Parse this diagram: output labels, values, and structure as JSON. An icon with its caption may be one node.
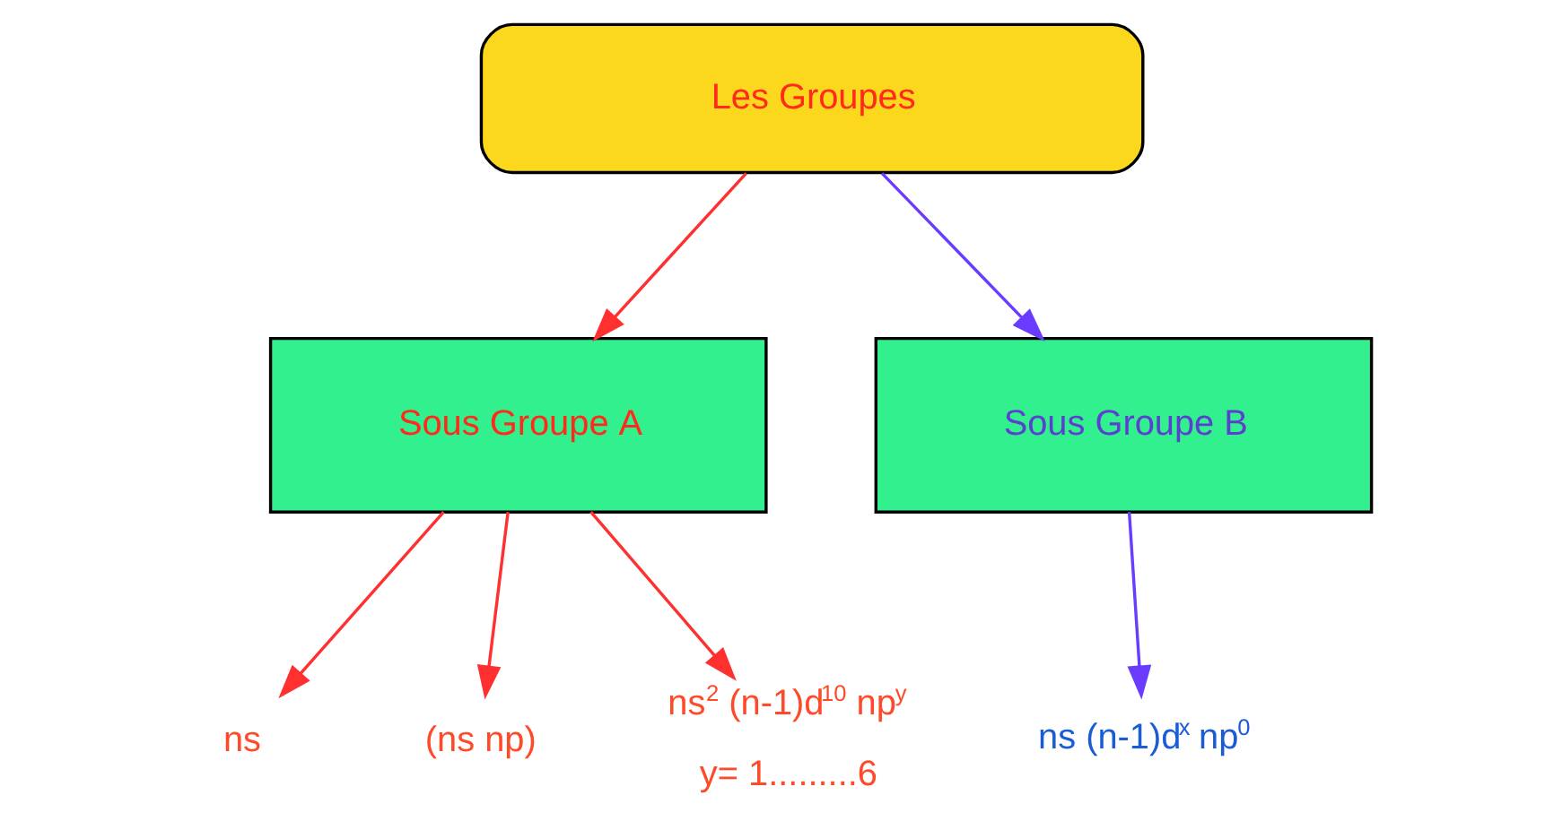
{
  "diagram": {
    "nodes": [
      {
        "text": [
          "Les Groupes"
        ]
      },
      {
        "text": [
          "Sous Groupe A"
        ]
      },
      {
        "text": [
          "Sous Groupe B"
        ]
      },
      {
        "text": [
          "ns"
        ]
      },
      {
        "text": [
          "(ns np)"
        ]
      },
      {
        "text": [
          "ns$^{2}$ (n-1)d$^{10}$ np$^{y}$"
        ],
        "beside": [
          "y= 1.........6"
        ]
      },
      {
        "text": [
          "ns (n-1)d$^{x}$ np$^{0}$"
        ]
      }
    ],
    "edges": [
      {
        "from": 0,
        "to": 1,
        "arrow": "to"
      },
      {
        "from": 0,
        "to": 2,
        "arrow": "to",
        "color": "#6a3cff"
      },
      {
        "from": 1,
        "to": 3,
        "arrow": "to"
      },
      {
        "from": 1,
        "to": 4,
        "arrow": "to"
      },
      {
        "from": 1,
        "to": 5,
        "arrow": "to"
      },
      {
        "from": 2,
        "to": 6,
        "arrow": "to",
        "color": "#6a3cff"
      }
    ]
  }
}
